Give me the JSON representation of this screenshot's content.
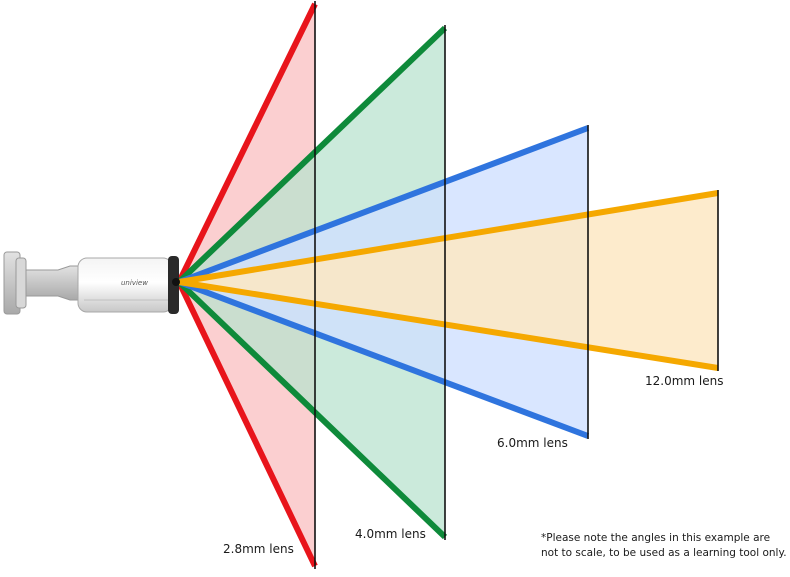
{
  "brand": "uniview",
  "lenses": [
    {
      "label": "2.8mm lens",
      "color": "#e8141b",
      "fill": "#fbcfd0",
      "fill_opacity": 1
    },
    {
      "label": "4.0mm lens",
      "color": "#0e8a3a",
      "fill": "#b9e3cf",
      "fill_opacity": 0.75
    },
    {
      "label": "6.0mm lens",
      "color": "#2f74de",
      "fill": "#cfe0ff",
      "fill_opacity": 0.8
    },
    {
      "label": "12.0mm lens",
      "color": "#f5a800",
      "fill": "#fde8c3",
      "fill_opacity": 0.85
    }
  ],
  "note": {
    "line1": "*Please note the angles in this example are",
    "line2": "not to scale, to be used as a learning tool only."
  }
}
